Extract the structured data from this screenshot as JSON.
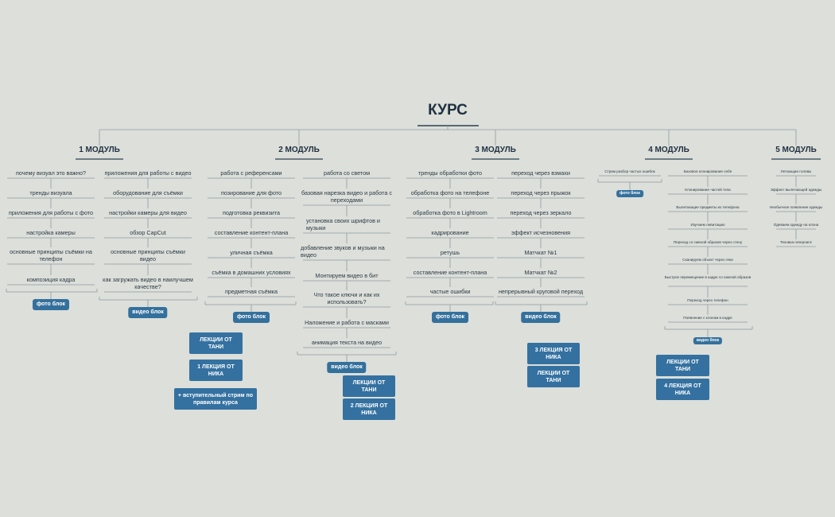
{
  "root": "КУРС",
  "modules": [
    {
      "title": "1 МОДУЛЬ",
      "columns": [
        [
          "почему визуал это важно?",
          "тренды визуала",
          "приложения для работы с фото",
          "настройка камеры",
          "основные принципы съёмки на телефон",
          "композиция кадра"
        ],
        [
          "приложения для работы с видео",
          "оборудование для съёмки",
          "настройки камеры для видео",
          "обзор CapCut",
          "основные принципы съёмки видео",
          "как загружать видео в наилучшем качестве?"
        ]
      ],
      "tags": [
        "фото блок",
        "видео блок"
      ]
    },
    {
      "title": "2 МОДУЛЬ",
      "columns": [
        [
          "работа с референсами",
          "позирование для фото",
          "подготовка реквизита",
          "составление контент-плана",
          "уличная съёмка",
          "съёмка в домашних условиях",
          "предметная съёмка"
        ],
        [
          "работа со светом",
          "базовая нарезка видео и работа с переходами",
          "установка своих шрифтов и музыки",
          "добавление звуков и музыки на видео",
          "Монтируем видео в бит",
          "Что такое ключи и как их использовать?",
          "Наложение и работа с масками",
          "анимация текста на видео"
        ]
      ],
      "tags": [
        "фото блок",
        "видео блок"
      ]
    },
    {
      "title": "3 МОДУЛЬ",
      "columns": [
        [
          "тренды обработки фото",
          "обработка фото на телефоне",
          "обработка фото в Lightroom",
          "кадрирование",
          "ретушь",
          "составление контент-плана",
          "частые ошибки"
        ],
        [
          "переход через взмахи",
          "переход через прыжок",
          "переход через зеркало",
          "эффект исчезновения",
          "Матчкат №1",
          "Матчкат №2",
          "непрерывный круговой переход"
        ]
      ],
      "tags": [
        "фото блок",
        "видео блок"
      ]
    },
    {
      "title": "4 МОДУЛЬ",
      "columns": [
        [
          "Стрим разбор частых ошибок"
        ],
        [
          "Базовое клонирование себя",
          "Клонирование частей тела",
          "Вылетающие предметы из телефона",
          "Изучаем левитацию",
          "Переход со сменой образов через стену",
          "Сканируем объект через очки",
          "Быстрое перемещение в кадре со сменой образов",
          "Переход через телефон",
          "Появление с клоном в кадре"
        ]
      ],
      "tags": [
        "фото блок",
        "видео блок"
      ]
    },
    {
      "title": "5 МОДУЛЬ",
      "columns": [
        [
          "Летающие головы",
          "Эффект вылетающей одежды",
          "Необычное появление одежды",
          "Одеваем одежду на клона",
          "Техника гиперлапс"
        ]
      ]
    }
  ],
  "lectures": [
    "ЛЕКЦИИ ОТ ТАНИ",
    "1 ЛЕКЦИЯ ОТ НИКА",
    "+ вступительный стрим по правилам курса",
    "ЛЕКЦИИ ОТ ТАНИ",
    "2 ЛЕКЦИЯ ОТ НИКА",
    "3 ЛЕКЦИЯ ОТ НИКА",
    "ЛЕКЦИИ ОТ ТАНИ",
    "ЛЕКЦИИ ОТ ТАНИ",
    "4 ЛЕКЦИЯ ОТ НИКА"
  ],
  "colors": {
    "background": "#dcdfda",
    "line": "#8f9aa0",
    "tag": "#34709c",
    "text": "#243540"
  }
}
